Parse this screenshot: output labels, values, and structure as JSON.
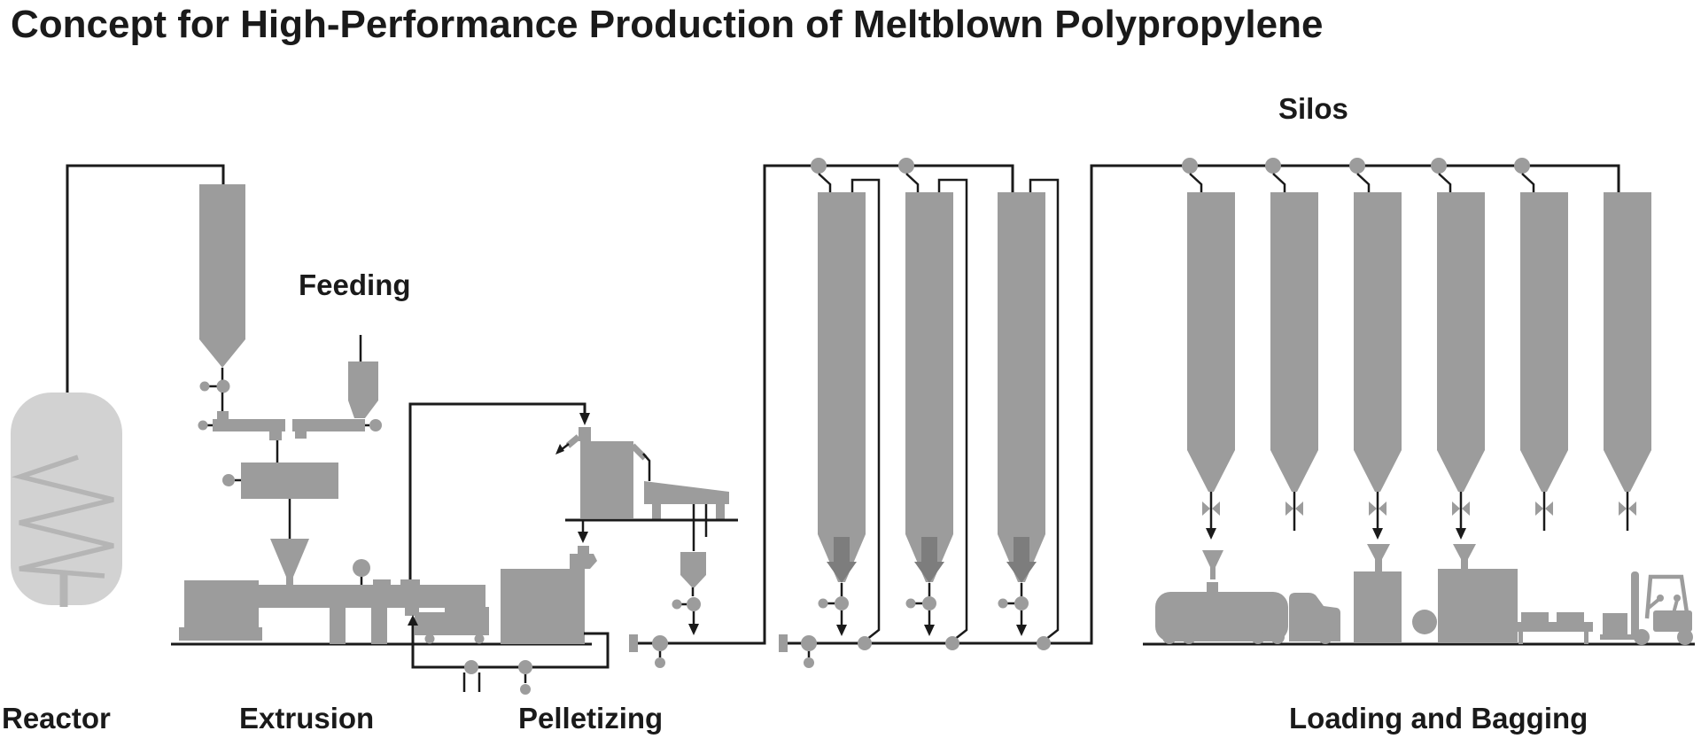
{
  "title": "Concept for High-Performance Production of Meltblown Polypropylene",
  "labels": {
    "reactor": "Reactor",
    "feeding": "Feeding",
    "extrusion": "Extrusion",
    "pelletizing": "Pelletizing",
    "silos": "Silos",
    "loading_and_bagging": "Loading and Bagging"
  },
  "process": {
    "blending_silos_count": 3,
    "storage_silos_count": 6,
    "loading_points": [
      "bulk truck",
      "bagging machine 1",
      "bagging machine 2",
      "conveyor with bags",
      "forklift"
    ]
  },
  "colors": {
    "bg": "#ffffff",
    "equipment": "#9c9c9c",
    "dark": "#7d7d7d",
    "vessel": "#d2d2d2",
    "coil": "#b5b5b5",
    "line": "#1a1a1a",
    "text": "#1a1a1a"
  }
}
